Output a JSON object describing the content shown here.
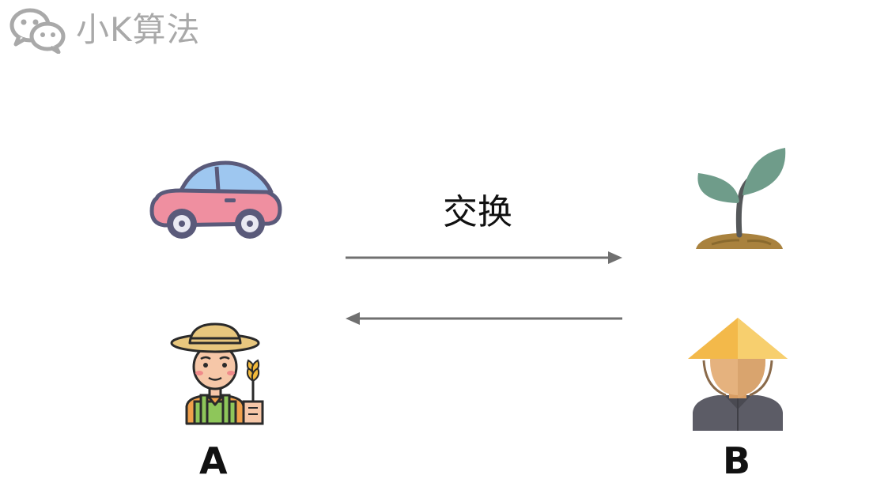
{
  "brand": {
    "name": "小K算法",
    "icon": "wechat-icon",
    "color": "#a9a9a9"
  },
  "diagram": {
    "exchange_label": "交换",
    "person_a": {
      "label": "A",
      "icon": "farmer-icon",
      "item_icon": "car-icon"
    },
    "person_b": {
      "label": "B",
      "icon": "straw-hat-man-icon",
      "item_icon": "sapling-icon"
    },
    "arrow_color": "#707070"
  }
}
